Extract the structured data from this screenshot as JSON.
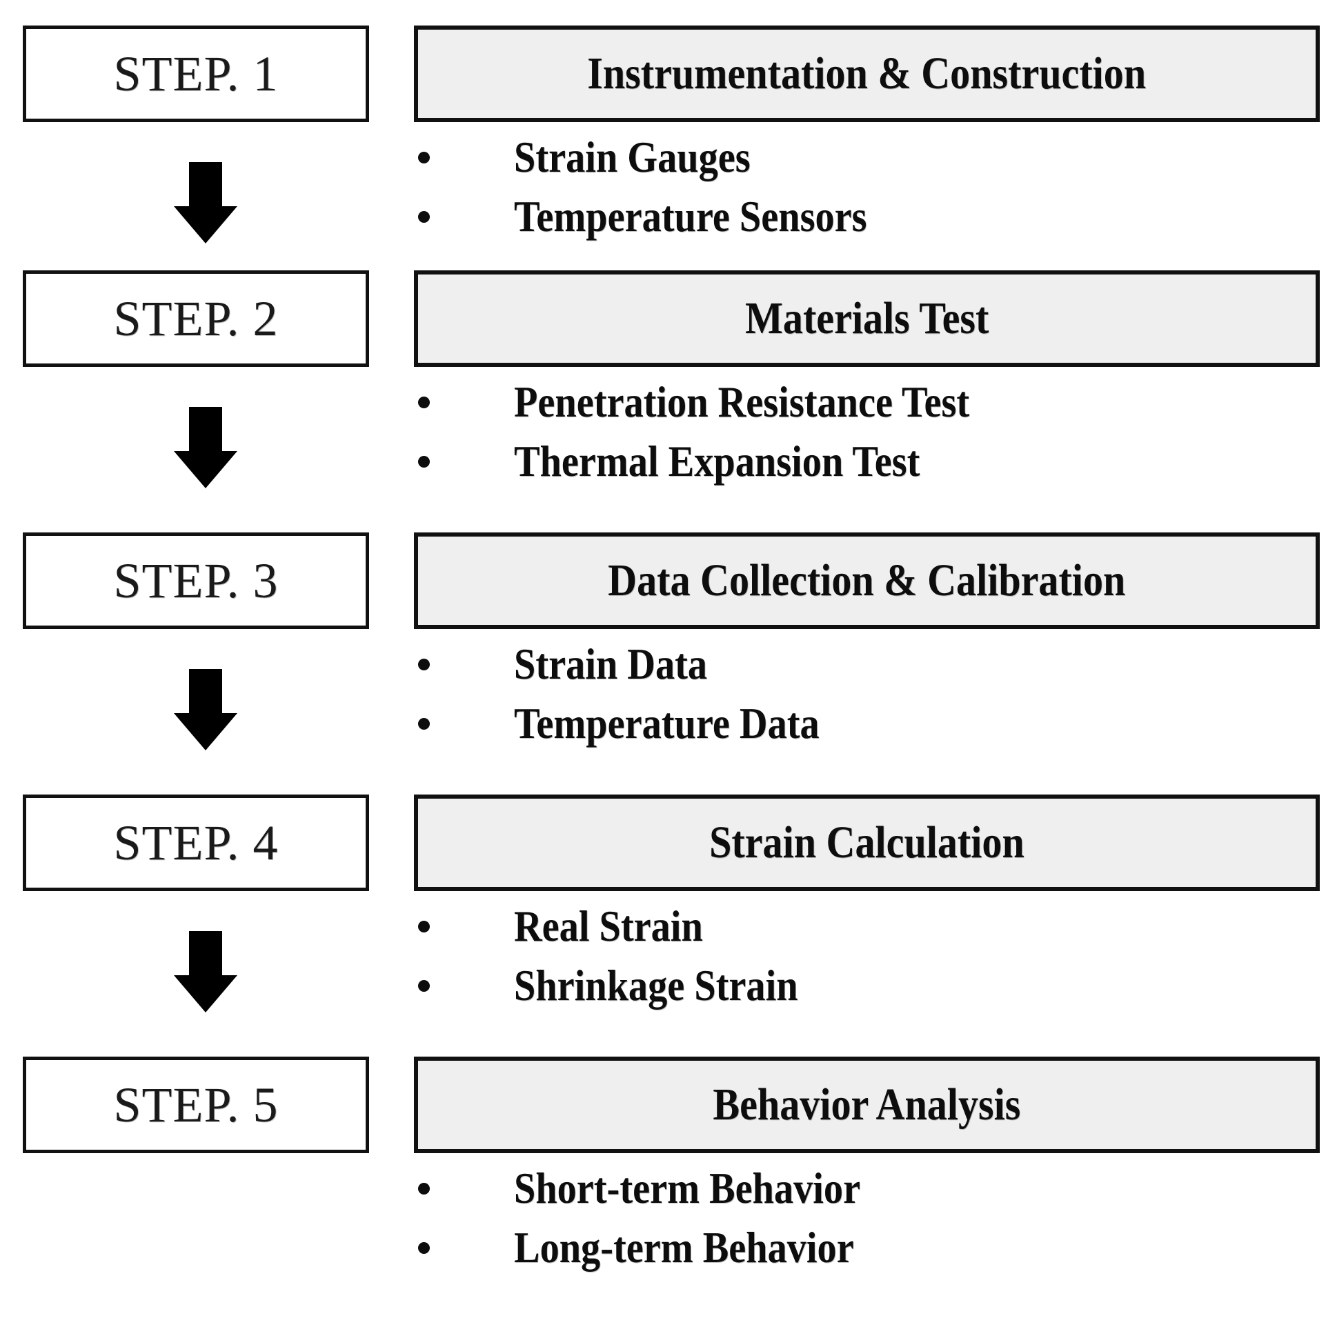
{
  "diagram": {
    "type": "flowchart",
    "orientation": "vertical",
    "title": "",
    "colors": {
      "box_border": "#111111",
      "step_box_fill": "#ffffff",
      "title_box_fill": "#efefef",
      "text": "#0d0d0d",
      "arrow": "#000000"
    },
    "arrow_icon_name": "down-arrow-icon",
    "bullet_icon_name": "bullet-dot-icon",
    "steps": [
      {
        "step_label": "STEP. 1",
        "title": "Instrumentation & Construction",
        "bullets": [
          "Strain Gauges",
          "Temperature Sensors"
        ],
        "arrow_to_next": true
      },
      {
        "step_label": "STEP. 2",
        "title": "Materials Test",
        "bullets": [
          "Penetration Resistance Test",
          "Thermal Expansion Test"
        ],
        "arrow_to_next": true
      },
      {
        "step_label": "STEP. 3",
        "title": "Data Collection & Calibration",
        "bullets": [
          "Strain Data",
          "Temperature Data"
        ],
        "arrow_to_next": true
      },
      {
        "step_label": "STEP. 4",
        "title": "Strain Calculation",
        "bullets": [
          "Real Strain",
          "Shrinkage Strain"
        ],
        "arrow_to_next": true
      },
      {
        "step_label": "STEP. 5",
        "title": "Behavior Analysis",
        "bullets": [
          "Short-term Behavior",
          "Long-term Behavior"
        ],
        "arrow_to_next": false
      }
    ]
  }
}
